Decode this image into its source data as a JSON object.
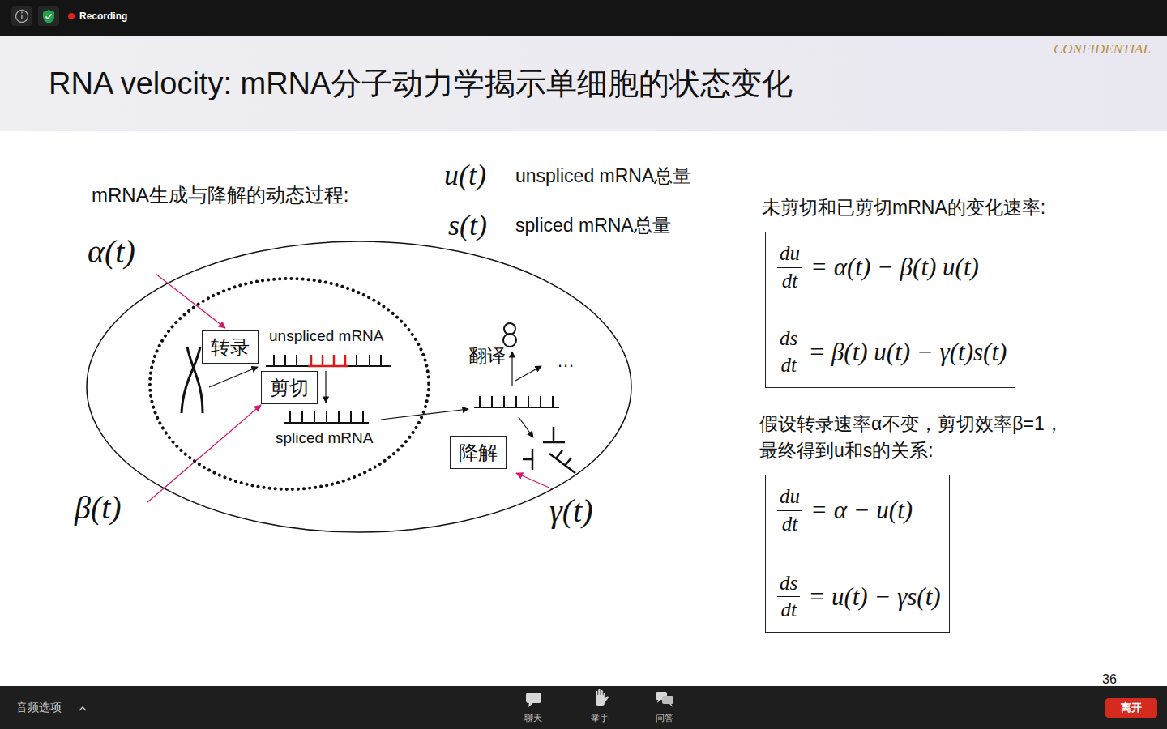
{
  "diagram": {
    "title": "RNA velocity: mRNA分子动力学揭示单细胞的状态变化",
    "nodes": [
      {
        "text": [
          "翻译"
        ]
      },
      {
        "text": [
          "unspliced mRNA",
          "spliced mRNA"
        ],
        "in": 0
      },
      {
        "text": [
          "转录"
        ],
        "in": 1
      },
      {
        "text": [
          "剪切"
        ],
        "in": 1
      },
      {
        "text": [
          "降解"
        ],
        "in": 0
      },
      {
        "text": [
          "du",
          "dt",
          "= α(t) − β(t) u(t)",
          "ds",
          "dt",
          "= β(t) u(t) − γ(t)s(t)"
        ]
      },
      {
        "text": [
          "du",
          "dt",
          "= α − u(t)",
          "ds",
          "dt",
          "= u(t) − γs(t)"
        ]
      }
    ],
    "labels": [
      "Recording",
      "CONFIDENTIAL",
      "mRNA生成与降解的动态过程:",
      "u(t)",
      "unspliced mRNA总量",
      "s(t)",
      "spliced mRNA总量",
      "未剪切和已剪切mRNA的变化速率:",
      "α(t)",
      "…",
      "假设转录速率α不变，剪切效率β=1， 最终得到u和s的关系:",
      "β(t)",
      "γ(t)",
      "36",
      "音频选项",
      "聊天",
      "举手",
      "问答",
      "离开"
    ]
  }
}
